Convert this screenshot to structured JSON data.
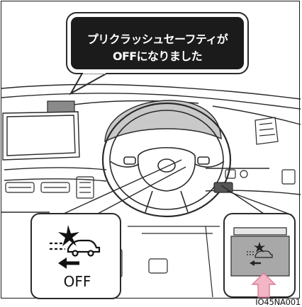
{
  "message": {
    "line1": "プリクラッシュセーフティが",
    "line2": "OFFになりました"
  },
  "switch_label": "OFF",
  "image_code": "IO45NA001",
  "colors": {
    "display_bg": "#1b1b1b",
    "display_text": "#ffffff",
    "line_art": "#2a2a2a",
    "cluster_shade": "#c9c9c9",
    "panel_gray": "#a8a8a8",
    "arrow_pink": "#f2b6c6",
    "arrow_pink_stroke": "#d87c96"
  }
}
